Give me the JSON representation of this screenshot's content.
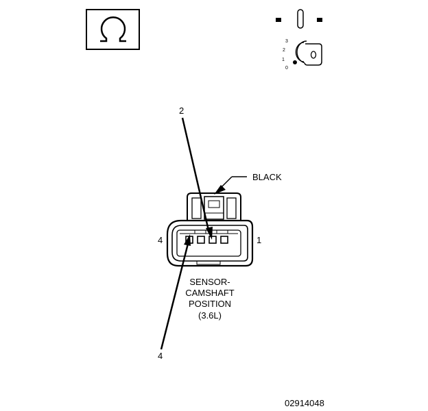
{
  "meter_icon": {
    "symbol": "Ω"
  },
  "ignition_icon": {
    "positions": [
      "3",
      "2",
      "1",
      "0"
    ]
  },
  "connector": {
    "color_label": "BLACK",
    "pin_left_label": "4",
    "pin_right_label": "1",
    "callout_top": "2",
    "callout_bottom": "4",
    "caption": [
      "SENSOR-",
      "CAMSHAFT",
      "POSITION",
      "(3.6L)"
    ]
  },
  "figure_id": "02914048"
}
